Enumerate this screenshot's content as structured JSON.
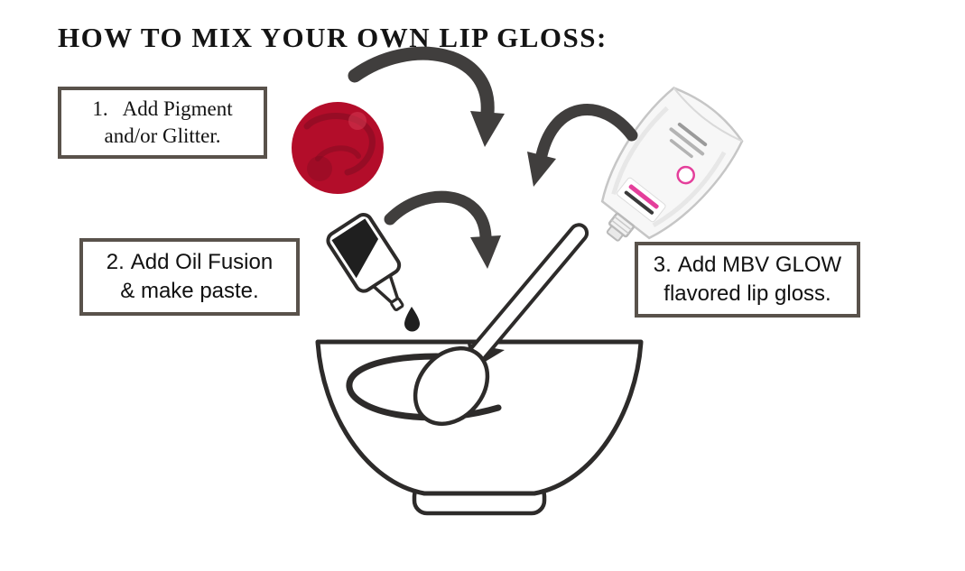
{
  "title": "HOW TO MIX YOUR OWN LIP GLOSS:",
  "steps": [
    {
      "number": "1.",
      "line1": "Add Pigment",
      "line2": "and/or Glitter."
    },
    {
      "number": "2.",
      "line1": "Add Oil Fusion",
      "line2": "& make paste."
    },
    {
      "number": "3.",
      "line1": "Add MBV GLOW",
      "line2": "flavored lip gloss."
    }
  ],
  "icons": {
    "pigment": "pigment-pan-icon",
    "dropper": "dropper-bottle-icon",
    "oil_drop": "oil-drop-icon",
    "pouch": "lip-gloss-pouch-icon",
    "bowl": "mixing-bowl-icon",
    "spoon": "spoon-icon",
    "stir": "stir-arrow-icon"
  },
  "colors": {
    "pigment_red": "#b30d2a",
    "pigment_red_dark": "#7c0b1f",
    "arrow": "#403e3d",
    "outline": "#2d2b2a",
    "box_border": "#59524b",
    "accent_pink": "#e43f9b"
  }
}
